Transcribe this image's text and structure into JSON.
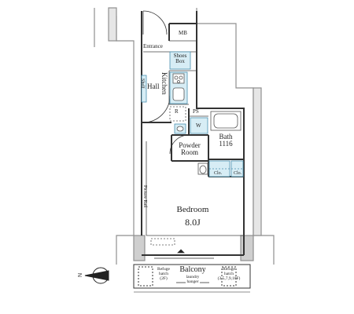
{
  "rooms": {
    "mb": "MB",
    "entrance": "Entrance",
    "shoes_box": [
      "Shoes",
      "Box"
    ],
    "hall": "Hall",
    "kitchen": "Kitchen",
    "shelf": "Shelf",
    "refrigerator": "R",
    "ps": "PS",
    "washer": "W",
    "bath": [
      "Bath",
      "1116"
    ],
    "powder_room": [
      "Powder",
      "Room"
    ],
    "closet_1": "Clo.",
    "closet_2": "Clo.",
    "picture_rail": "Picture Rail",
    "bedroom": [
      "Bedroom",
      "8.0J"
    ],
    "balcony": [
      "Balcony",
      "laundry",
      "hanger"
    ],
    "refuge_hatch_left": [
      "Refuge",
      "hatch",
      "(2F)"
    ],
    "refuge_hatch_right": [
      "Refuge",
      "hatch",
      "(3,5,7,9,10F)"
    ]
  },
  "compass": {
    "label": "N"
  },
  "colors": {
    "wall": "#8f8f8f",
    "line": "#333333",
    "fixture_fill": "#d7edf5",
    "fixture_stroke": "#4a8fb0"
  }
}
